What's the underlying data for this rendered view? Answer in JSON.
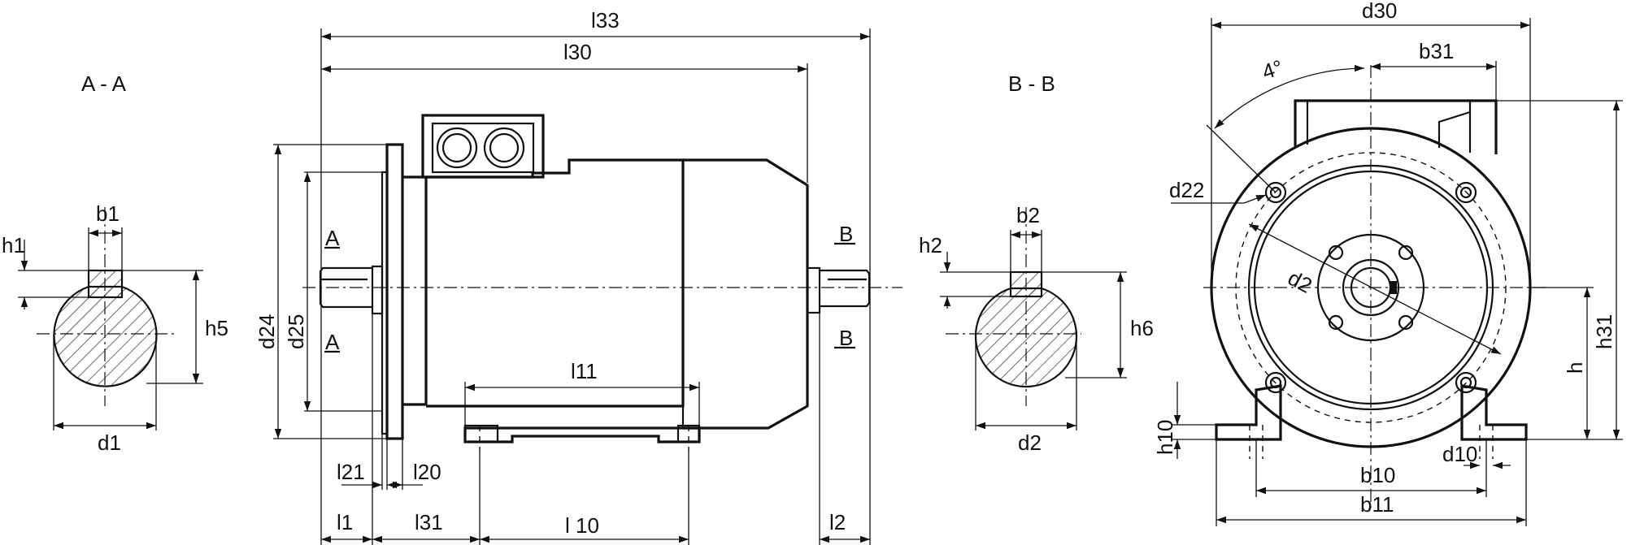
{
  "colors": {
    "ink": "#111111",
    "paper": "#ffffff"
  },
  "section_a": {
    "title": "A - A",
    "b1": "b1",
    "h1": "h1",
    "h5": "h5",
    "d1": "d1"
  },
  "section_b": {
    "title": "B - B",
    "b2": "b2",
    "h2": "h2",
    "h6": "h6",
    "d2": "d2"
  },
  "side_view": {
    "l33": "l33",
    "l30": "l30",
    "l11": "l11",
    "l21": "l21",
    "l20": "l20",
    "l1": "l1",
    "l31": "l31",
    "l10": "l 10",
    "l2": "l2",
    "d24": "d24",
    "d25": "d25",
    "cut_a": "A",
    "cut_b": "B"
  },
  "front_view": {
    "d30": "d30",
    "b31": "b31",
    "angle": "4°",
    "d22": "d22",
    "d2_bore": "d2",
    "h31": "h31",
    "h": "h",
    "h10": "h10",
    "d10": "d10",
    "b10": "b10",
    "b11": "b11"
  }
}
